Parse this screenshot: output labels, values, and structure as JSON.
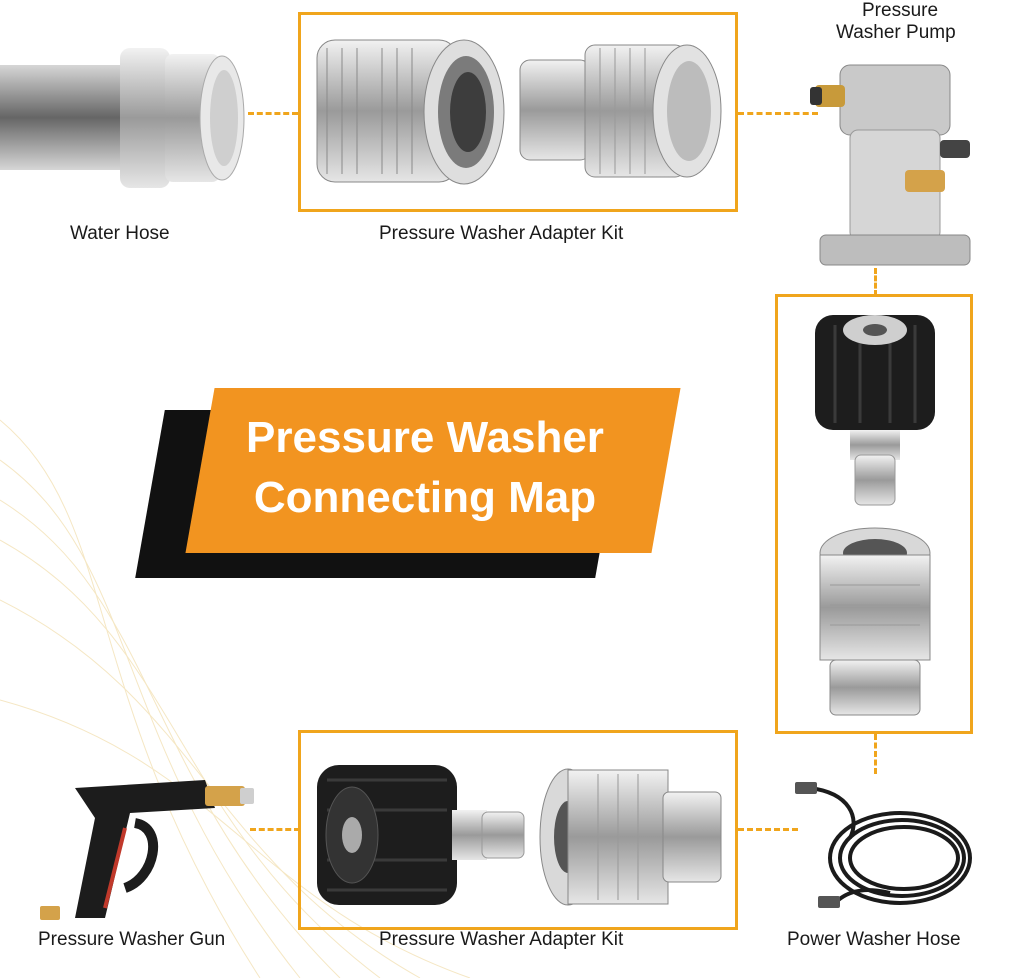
{
  "title_line1": "Pressure Washer",
  "title_line2": "Connecting Map",
  "labels": {
    "water_hose": "Water Hose",
    "adapter_kit_top": "Pressure Washer Adapter Kit",
    "pump_line1": "Pressure",
    "pump_line2": "Washer Pump",
    "gun": "Pressure Washer Gun",
    "adapter_kit_bottom": "Pressure Washer Adapter Kit",
    "power_hose": "Power Washer Hose"
  },
  "colors": {
    "accent": "#f0a51c",
    "banner": "#f29420",
    "banner_shadow": "#111111"
  },
  "icons": [
    "water-hose-image",
    "quick-connect-coupler-image",
    "garden-hose-adapter-image",
    "pump-image",
    "m22-coupler-image",
    "quick-connect-socket-image",
    "spray-gun-image",
    "power-hose-image"
  ]
}
